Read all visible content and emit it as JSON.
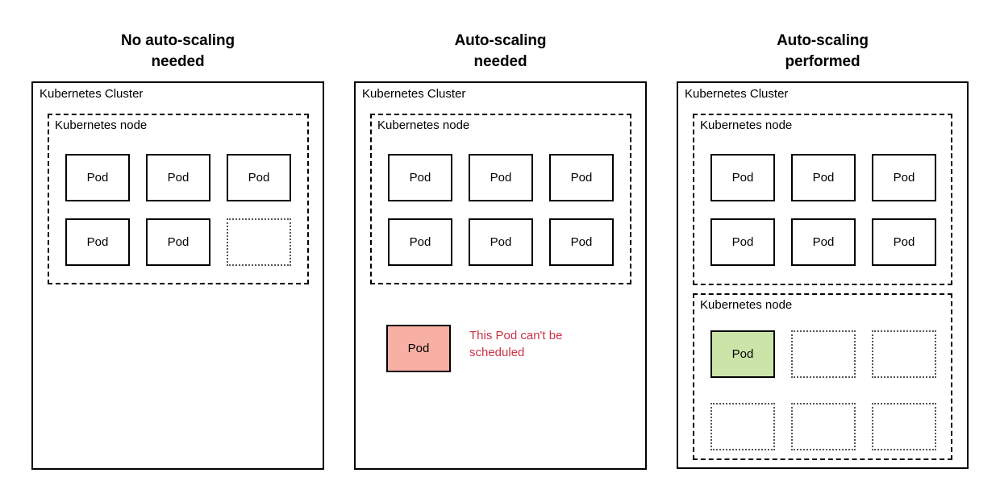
{
  "diagram": {
    "pod_label": "Pod",
    "cluster_label": "Kubernetes Cluster",
    "node_label": "Kubernetes node",
    "colors": {
      "pending_pod_fill": "#f9b0a4",
      "scheduled_pod_fill": "#cbe5a8",
      "note_text": "#cc3344",
      "stroke": "#000000",
      "empty_pod_stroke": "#555555",
      "background": "#ffffff"
    },
    "panels": [
      {
        "id": "no-auto-scaling-needed",
        "title": "No auto-scaling\nneeded",
        "cluster": {
          "label": "Kubernetes Cluster",
          "nodes": [
            {
              "label": "Kubernetes node",
              "pods": [
                {
                  "label": "Pod",
                  "state": "running"
                },
                {
                  "label": "Pod",
                  "state": "running"
                },
                {
                  "label": "Pod",
                  "state": "running"
                },
                {
                  "label": "Pod",
                  "state": "running"
                },
                {
                  "label": "Pod",
                  "state": "running"
                },
                {
                  "label": "",
                  "state": "empty"
                }
              ]
            }
          ]
        },
        "unscheduled_pod": null,
        "note": null
      },
      {
        "id": "auto-scaling-needed",
        "title": "Auto-scaling\nneeded",
        "cluster": {
          "label": "Kubernetes Cluster",
          "nodes": [
            {
              "label": "Kubernetes node",
              "pods": [
                {
                  "label": "Pod",
                  "state": "running"
                },
                {
                  "label": "Pod",
                  "state": "running"
                },
                {
                  "label": "Pod",
                  "state": "running"
                },
                {
                  "label": "Pod",
                  "state": "running"
                },
                {
                  "label": "Pod",
                  "state": "running"
                },
                {
                  "label": "Pod",
                  "state": "running"
                }
              ]
            }
          ]
        },
        "unscheduled_pod": {
          "label": "Pod",
          "state": "pending"
        },
        "note": "This Pod can't be\nscheduled"
      },
      {
        "id": "auto-scaling-performed",
        "title": "Auto-scaling\nperformed",
        "cluster": {
          "label": "Kubernetes Cluster",
          "nodes": [
            {
              "label": "Kubernetes node",
              "pods": [
                {
                  "label": "Pod",
                  "state": "running"
                },
                {
                  "label": "Pod",
                  "state": "running"
                },
                {
                  "label": "Pod",
                  "state": "running"
                },
                {
                  "label": "Pod",
                  "state": "running"
                },
                {
                  "label": "Pod",
                  "state": "running"
                },
                {
                  "label": "Pod",
                  "state": "running"
                }
              ]
            },
            {
              "label": "Kubernetes node",
              "pods": [
                {
                  "label": "Pod",
                  "state": "scheduled"
                },
                {
                  "label": "",
                  "state": "empty"
                },
                {
                  "label": "",
                  "state": "empty"
                },
                {
                  "label": "",
                  "state": "empty"
                },
                {
                  "label": "",
                  "state": "empty"
                },
                {
                  "label": "",
                  "state": "empty"
                }
              ]
            }
          ]
        },
        "unscheduled_pod": null,
        "note": null
      }
    ]
  }
}
